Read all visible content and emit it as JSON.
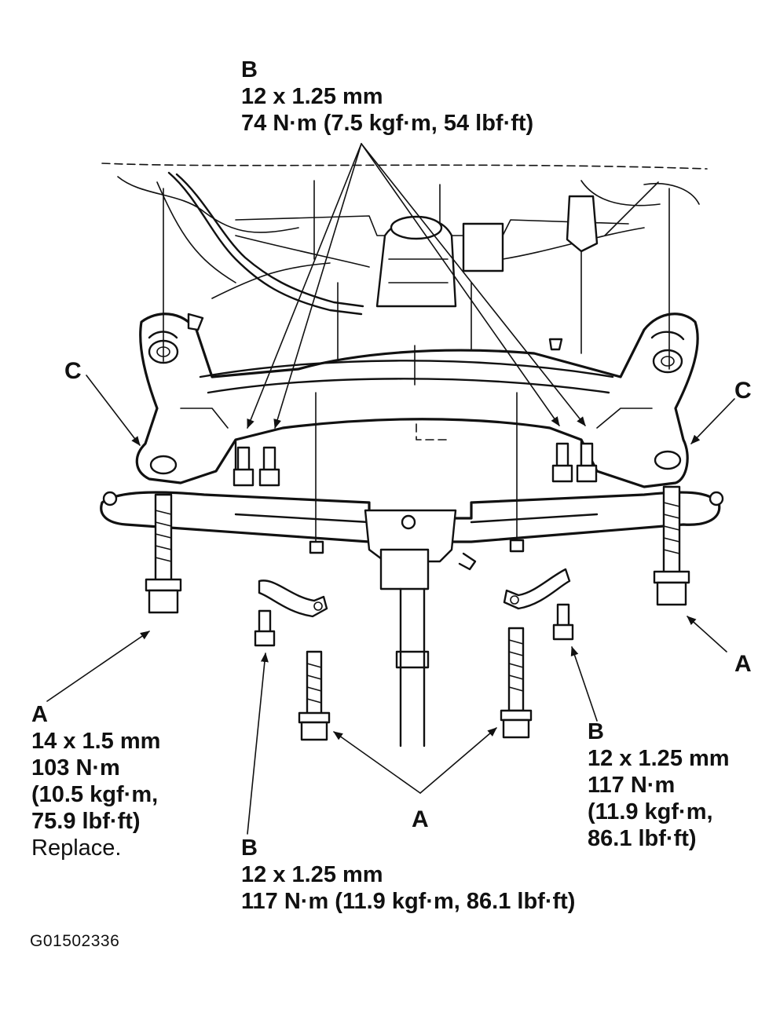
{
  "callouts": {
    "top_b": {
      "letter": "B",
      "size": "12 x 1.25 mm",
      "torque": "74 N·m (7.5 kgf·m, 54 lbf·ft)"
    },
    "left_c": {
      "letter": "C"
    },
    "right_c": {
      "letter": "C"
    },
    "left_a": {
      "letter": "A",
      "size": "14 x 1.5 mm",
      "torque": "103 N·m",
      "torque_alt1": "(10.5 kgf·m,",
      "torque_alt2": "75.9 lbf·ft)",
      "note": "Replace."
    },
    "right_a": {
      "letter": "A"
    },
    "center_a": {
      "letter": "A"
    },
    "bottom_b": {
      "letter": "B",
      "size": "12 x 1.25 mm",
      "torque": "117 N·m (11.9 kgf·m, 86.1 lbf·ft)"
    },
    "right_b": {
      "letter": "B",
      "size": "12 x 1.25 mm",
      "torque": "117 N·m",
      "torque_alt1": "(11.9 kgf·m,",
      "torque_alt2": "86.1 lbf·ft)"
    }
  },
  "figure_id": "G01502336",
  "colors": {
    "ink": "#111111",
    "paper": "#ffffff"
  }
}
